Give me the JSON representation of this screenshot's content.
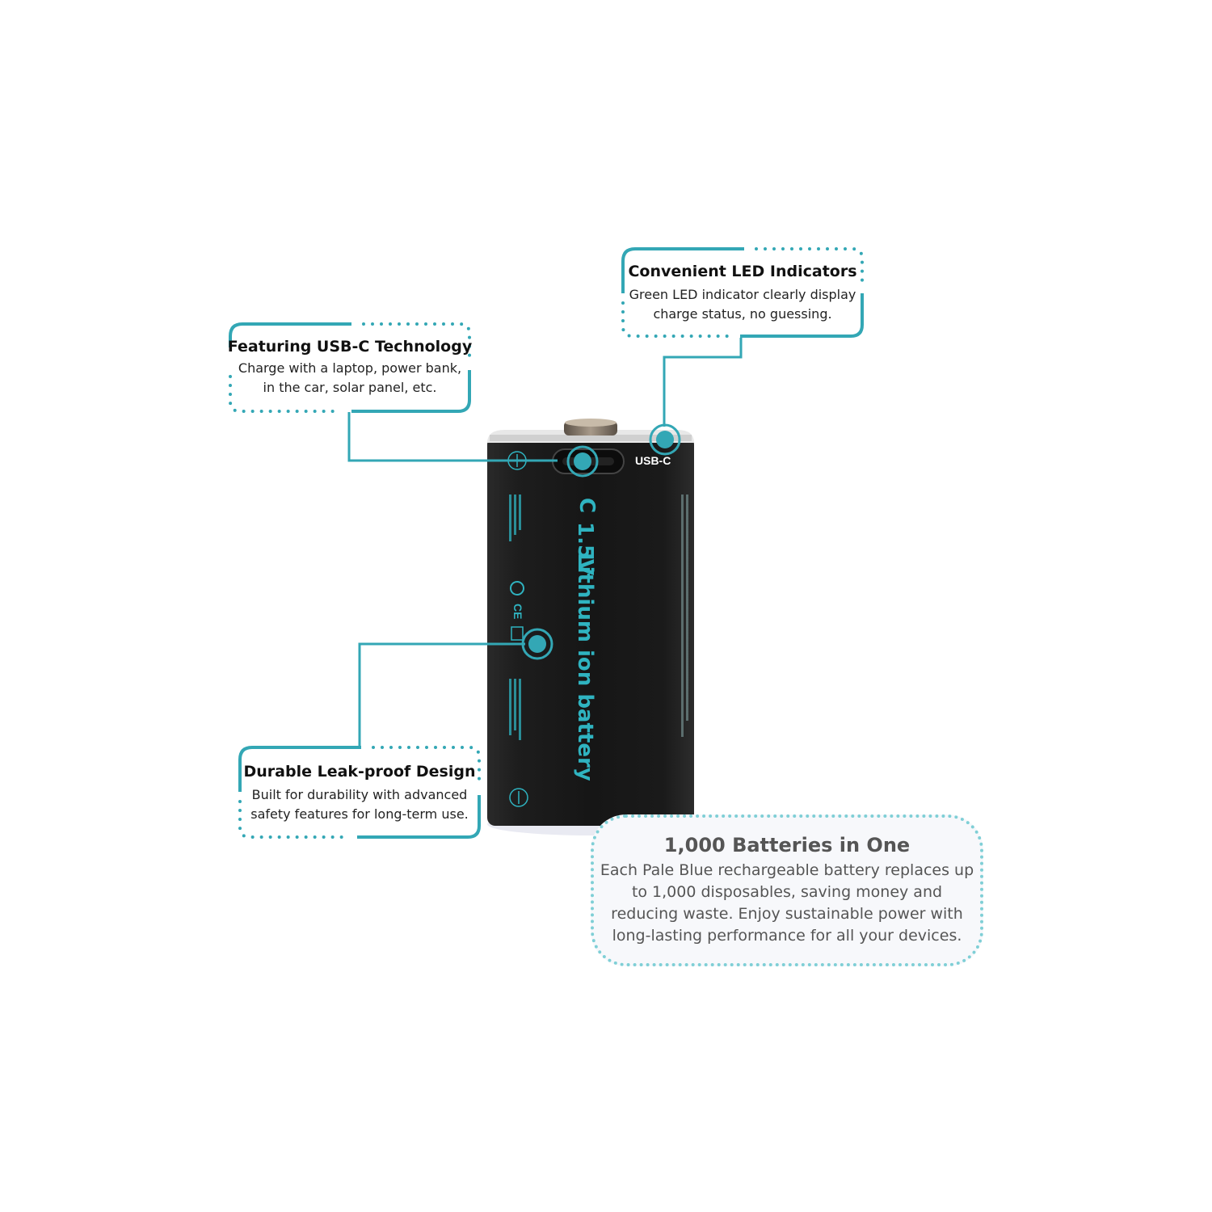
{
  "colors": {
    "accent": "#33a7b5",
    "battery_body": "#1b1b1b",
    "battery_text": "#2fb3c0",
    "box_border": "#7fcfd6",
    "box_background": "#f7f8fb"
  },
  "battery": {
    "port_label": "USB-C",
    "size_label": "C",
    "voltage_label": "1.5V",
    "product_name": "Lithium ion battery",
    "plus_symbol": "+",
    "minus_symbol": "−",
    "icons": [
      "recycle-icon",
      "ce-mark-icon",
      "bin-icon"
    ]
  },
  "callouts": {
    "usb": {
      "title": "Featuring USB-C Technology",
      "body_line1": "Charge with a laptop, power bank,",
      "body_line2": "in the car, solar panel, etc."
    },
    "led": {
      "title": "Convenient LED Indicators",
      "body_line1": "Green LED indicator clearly display",
      "body_line2": "charge status, no guessing."
    },
    "leak": {
      "title": "Durable Leak-proof Design",
      "body_line1": "Built for durability with advanced",
      "body_line2": "safety features for long-term use."
    },
    "thousand": {
      "title": "1,000 Batteries in One",
      "body_line1": "Each Pale Blue rechargeable battery replaces up",
      "body_line2": "to 1,000 disposables, saving money and",
      "body_line3": "reducing waste. Enjoy sustainable power with",
      "body_line4": "long-lasting performance for all your devices."
    }
  }
}
